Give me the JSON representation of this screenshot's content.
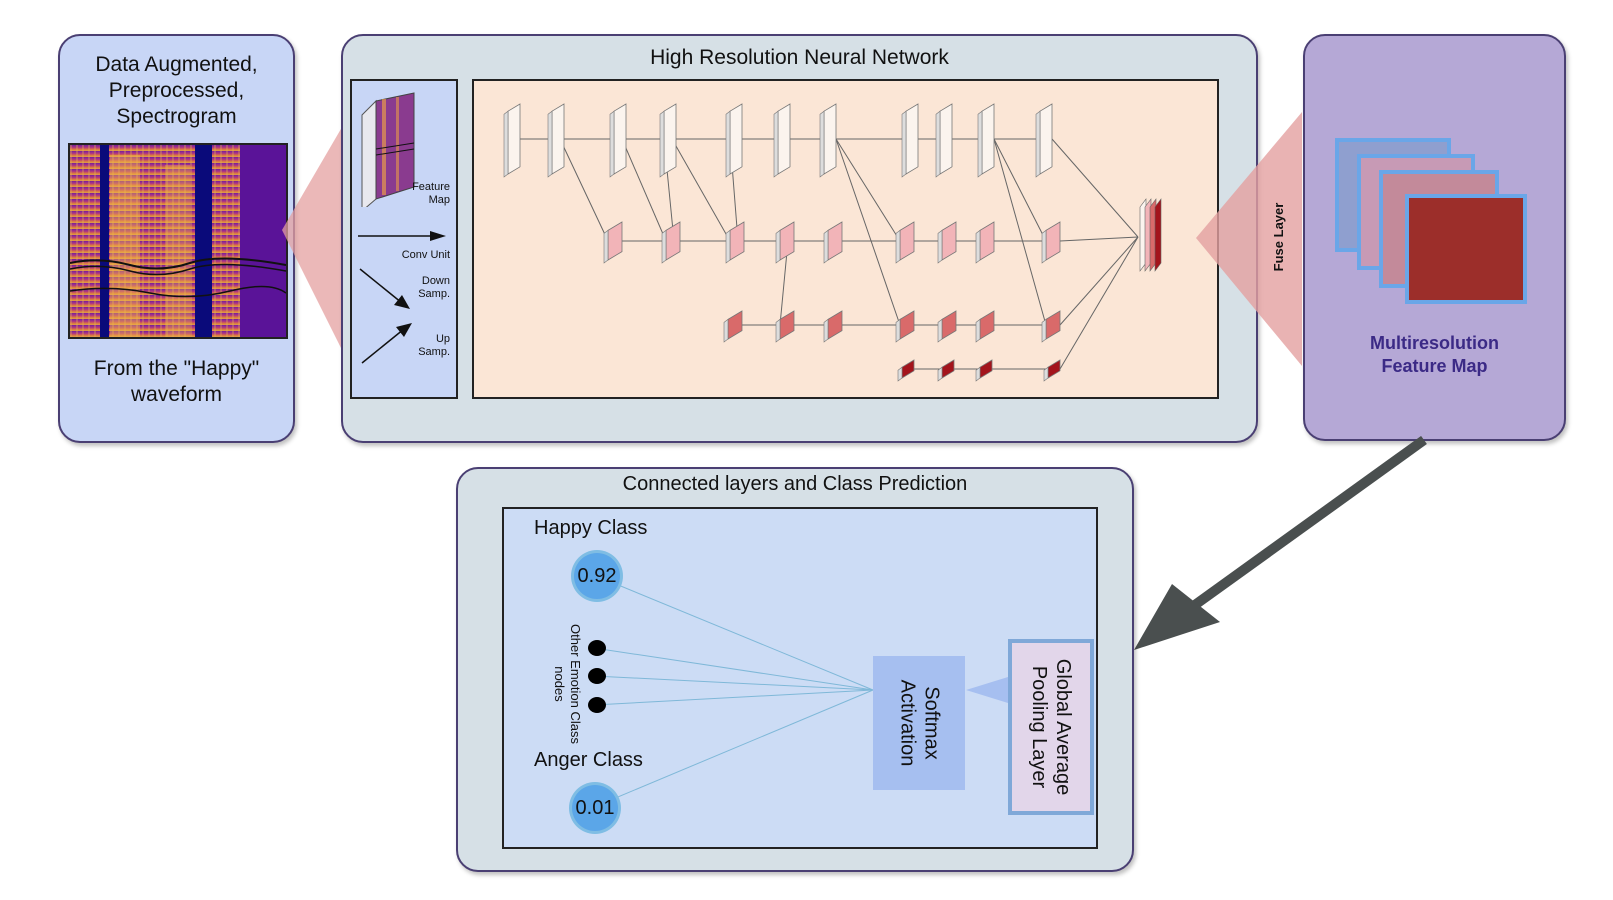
{
  "input_panel": {
    "title_line1": "Data Augmented,",
    "title_line2": "Preprocessed,",
    "title_line3": "Spectrogram",
    "caption_line1": "From the \"Happy\"",
    "caption_line2": "waveform"
  },
  "hrnet_panel": {
    "title": "High Resolution Neural Network",
    "legend": {
      "feature_map_line1": "Feature",
      "feature_map_line2": "Map",
      "conv_unit": "Conv Unit",
      "down_line1": "Down",
      "down_line2": "Samp.",
      "up_line1": "Up",
      "up_line2": "Samp."
    },
    "fuse_layer": "Fuse Layer"
  },
  "multires_panel": {
    "label_line1": "Multiresolution",
    "label_line2": "Feature Map"
  },
  "class_panel": {
    "title": "Connected layers and Class Prediction",
    "happy_label": "Happy Class",
    "happy_value": "0.92",
    "other_line1": "Other Emotion Class",
    "other_line2": "nodes",
    "anger_label": "Anger Class",
    "anger_value": "0.01",
    "softmax_line1": "Softmax",
    "softmax_line2": "Activation",
    "gap_line1": "Global Average",
    "gap_line2": "Pooling Layer"
  },
  "colors": {
    "panel_border": "#4a3f73",
    "input_bg": "#c8d6f6",
    "panel_bg": "#d6e0e6",
    "multires_bg": "#b5a8d6",
    "network_bg": "#fbe6d6",
    "node_fill": "#5ba6e8",
    "arrow": "#4a4f4f"
  }
}
